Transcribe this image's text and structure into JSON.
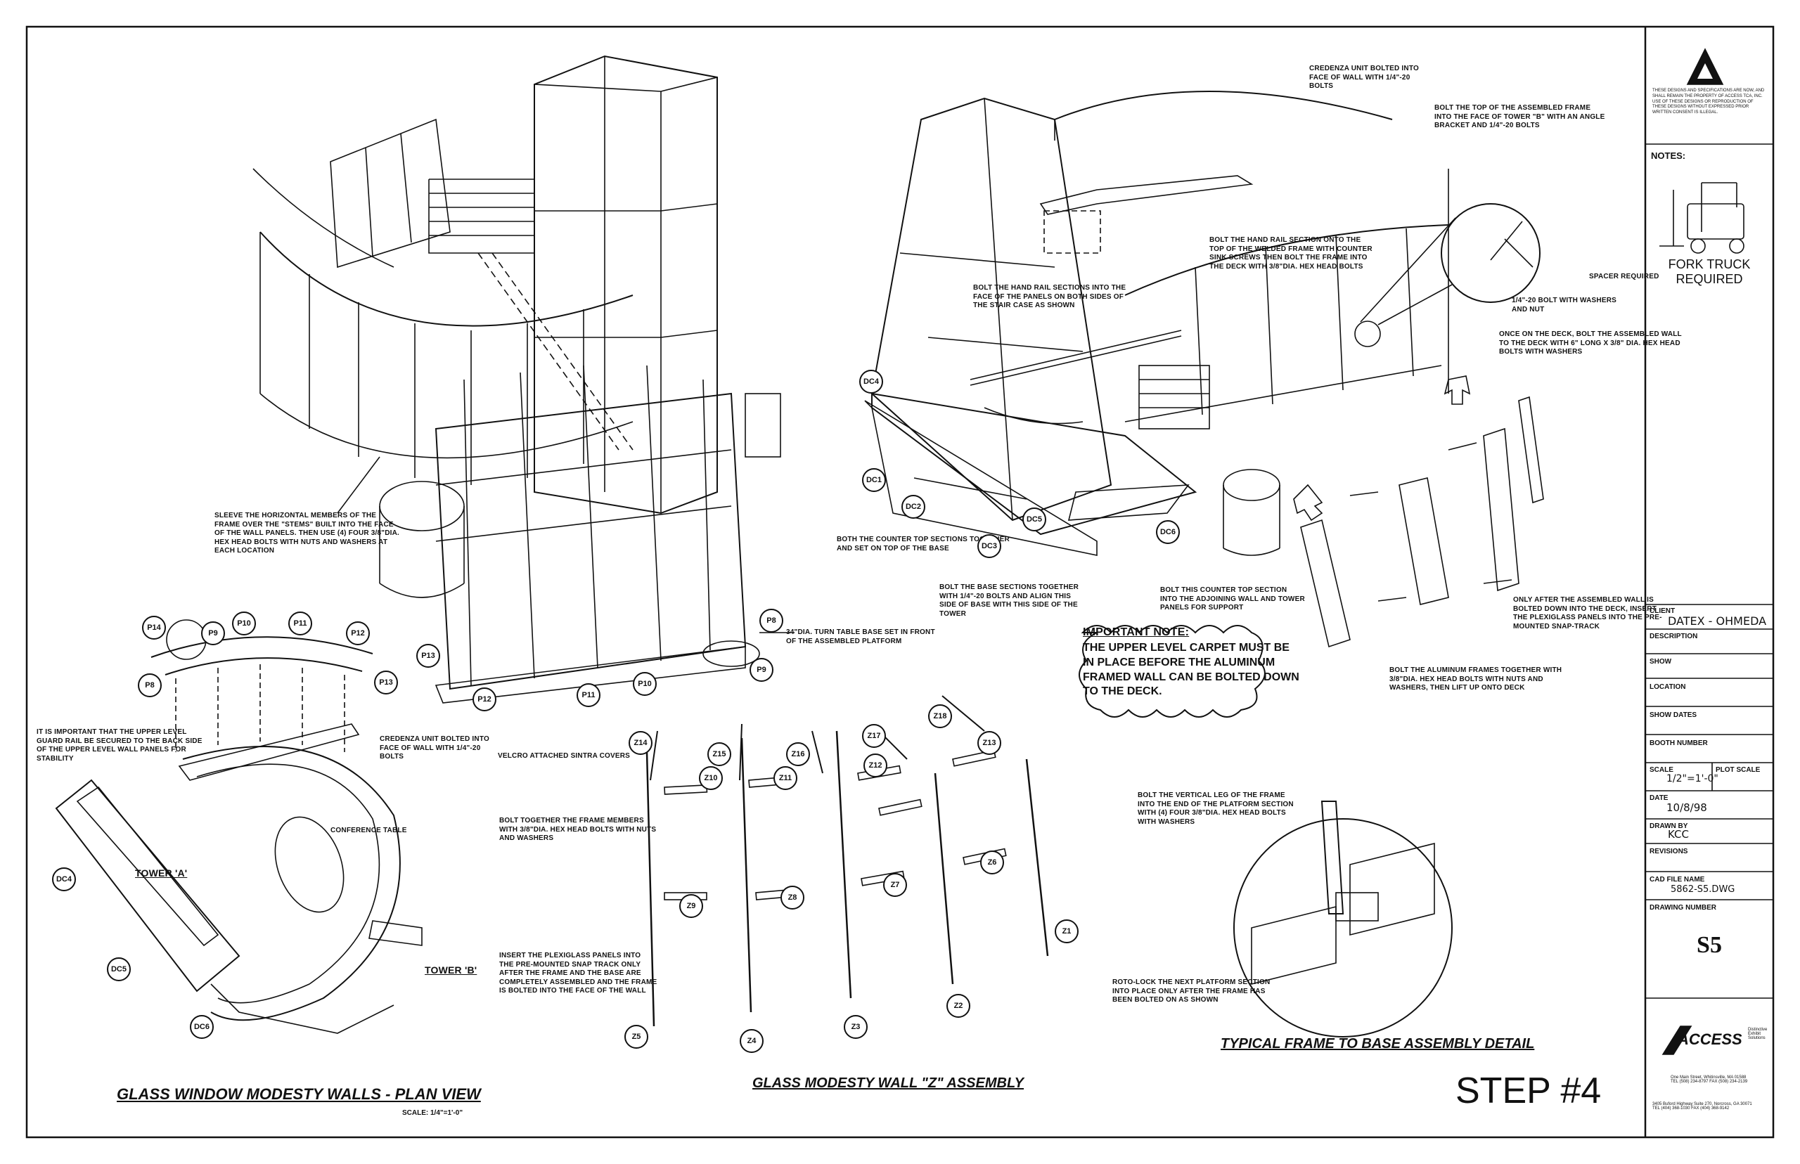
{
  "sheet": {
    "step": "STEP #4",
    "drawing_number": "S5"
  },
  "views": {
    "plan_title": "GLASS WINDOW MODESTY WALLS - PLAN VIEW",
    "plan_scale": "SCALE: 1/4\"=1'-0\"",
    "z_title": "GLASS MODESTY WALL \"Z\" ASSEMBLY",
    "detail_title": "TYPICAL FRAME TO BASE ASSEMBLY DETAIL"
  },
  "annotations": {
    "sleeve": "SLEEVE THE HORIZONTAL MEMBERS OF THE\nFRAME OVER THE \"STEMS\" BUILT INTO THE FACE\nOF THE WALL PANELS. THEN USE (4) FOUR 3/8\"DIA.\nHEX HEAD BOLTS WITH NUTS AND WASHERS AT\nEACH LOCATION",
    "turntable": "34\"DIA. TURN TABLE BASE SET IN FRONT\nOF THE ASSEMBLED PLATFORM",
    "credenza_top": "CREDENZA UNIT BOLTED INTO\nFACE OF WALL WITH 1/4\"-20\nBOLTS",
    "bolt_top_frame": "BOLT THE TOP OF THE ASSEMBLED FRAME\nINTO THE FACE OF TOWER \"B\" WITH AN ANGLE\nBRACKET AND 1/4\"-20 BOLTS",
    "hand_rail_deck": "BOLT THE HAND RAIL SECTION ONTO THE\nTOP OF THE WELDED FRAME WITH COUNTER\nSINK SCREWS THEN BOLT THE FRAME INTO\nTHE DECK WITH 3/8\"DIA. HEX HEAD BOLTS",
    "hand_rail_panels": "BOLT THE HAND RAIL SECTIONS INTO THE\nFACE OF THE PANELS ON BOTH SIDES OF\nTHE STAIR CASE AS SHOWN",
    "spacer": "SPACER REQUIRED",
    "bolt_washers": "1/4\"-20 BOLT WITH WASHERS\nAND NUT",
    "once_deck": "ONCE ON THE DECK, BOLT THE ASSEMBLED WALL\nTO THE DECK WITH 6\" LONG X 3/8\" DIA. HEX HEAD\nBOLTS WITH WASHERS",
    "counter_top": "BOTH THE COUNTER TOP SECTIONS TOGETHER\nAND SET ON TOP OF THE BASE",
    "base_sections": "BOLT THE BASE SECTIONS TOGETHER\nWITH 1/4\"-20 BOLTS AND ALIGN THIS\nSIDE OF BASE WITH THIS SIDE OF THE\nTOWER",
    "counter_adjoining": "BOLT THIS COUNTER TOP SECTION\nINTO THE ADJOINING WALL AND TOWER\nPANELS FOR SUPPORT",
    "only_after": "ONLY AFTER THE ASSEMBLED WALL IS\nBOLTED DOWN INTO THE DECK, INSERT\nTHE PLEXIGLASS PANELS INTO THE PRE-\nMOUNTED SNAP-TRACK",
    "aluminum_frames": "BOLT THE ALUMINUM FRAMES TOGETHER WITH\n3/8\"DIA. HEX HEAD BOLTS WITH NUTS AND\nWASHERS, THEN LIFT UP ONTO DECK",
    "important": "IMPORTANT NOTE:",
    "important_body": "THE UPPER LEVEL CARPET MUST BE IN PLACE BEFORE THE ALUMINUM FRAMED WALL CAN BE BOLTED DOWN TO THE DECK.",
    "guard_rail": "IT IS IMPORTANT THAT THE UPPER LEVEL\nGUARD RAIL BE SECURED TO THE BACK SIDE\nOF THE UPPER LEVEL WALL PANELS FOR\nSTABILITY",
    "credenza_plan": "CREDENZA UNIT BOLTED INTO\nFACE OF WALL WITH 1/4\"-20\nBOLTS",
    "conference": "CONFERENCE TABLE",
    "tower_a": "TOWER 'A'",
    "tower_b": "TOWER 'B'",
    "velcro": "VELCRO ATTACHED SINTRA COVERS",
    "bolt_frame_members": "BOLT TOGETHER THE FRAME MEMBERS\nWITH 3/8\"DIA. HEX HEAD BOLTS WITH NUTS\nAND WASHERS",
    "insert_plexi": "INSERT THE PLEXIGLASS PANELS INTO\nTHE PRE-MOUNTED SNAP TRACK ONLY\nAFTER THE FRAME AND THE BASE ARE\nCOMPLETELY ASSEMBLED AND THE FRAME\nIS BOLTED INTO THE FACE OF THE WALL",
    "vertical_leg": "BOLT THE VERTICAL LEG OF THE FRAME\nINTO THE END OF THE PLATFORM SECTION\nWITH (4) FOUR 3/8\"DIA. HEX HEAD BOLTS\nWITH WASHERS",
    "roto_lock": "ROTO-LOCK THE NEXT PLATFORM SECTION\nINTO PLACE ONLY AFTER THE FRAME HAS\nBEEN BOLTED ON AS SHOWN"
  },
  "callouts": {
    "upper_left": [
      "DC4",
      "DC1",
      "DC2",
      "DC3",
      "DC5",
      "DC6",
      "P8",
      "P9",
      "P10",
      "P11",
      "P12",
      "P13"
    ],
    "plan": [
      "P14",
      "P9",
      "P10",
      "P11",
      "P12",
      "P13",
      "P8",
      "DC4",
      "DC5",
      "DC6"
    ],
    "z_parts": [
      "Z14",
      "Z15",
      "Z16",
      "Z17",
      "Z18",
      "Z10",
      "Z11",
      "Z12",
      "Z13",
      "Z9",
      "Z8",
      "Z7",
      "Z6",
      "Z5",
      "Z4",
      "Z3",
      "Z2",
      "Z1"
    ]
  },
  "title_block": {
    "disclaimer": "THESE DESIGNS AND SPECIFICATIONS ARE NOW, AND SHALL REMAIN THE PROPERTY OF ACCESS TCA, INC. USE OF THESE DESIGNS OR REPRODUCTION OF THESE DESIGNS WITHOUT EXPRESSED PRIOR WRITTEN CONSENT IS ILLEGAL.",
    "notes_label": "NOTES:",
    "fork_truck": "FORK TRUCK\nREQUIRED",
    "client_label": "CLIENT",
    "client_value": "DATEX - OHMEDA",
    "description_label": "DESCRIPTION",
    "show_label": "SHOW",
    "location_label": "LOCATION",
    "show_dates_label": "SHOW DATES",
    "booth_label": "BOOTH NUMBER",
    "scale_label": "SCALE",
    "scale_value": "1/2\"=1'-0\"",
    "plot_scale_label": "PLOT SCALE",
    "date_label": "DATE",
    "date_value": "10/8/98",
    "drawn_label": "DRAWN BY",
    "drawn_value": "KCC",
    "revisions_label": "REVISIONS",
    "cad_label": "CAD FILE NAME",
    "cad_value": "5862-S5.DWG",
    "drawing_number_label": "DRAWING NUMBER",
    "logo_word": "ACCESS",
    "logo_tagline": "Distinctive\nExhibit\nSolutions",
    "address1": "One Main Street, Whitinsville, MA 01588\nTEL (508) 234-8797 FAX (508) 234-2139",
    "address2": "3405 Buford Highway Suite 270, Norcross, GA 30071\nTEL (404) 368-1030     FAX (404) 368-9142"
  },
  "colors": {
    "ink": "#111111",
    "paper": "#ffffff"
  }
}
